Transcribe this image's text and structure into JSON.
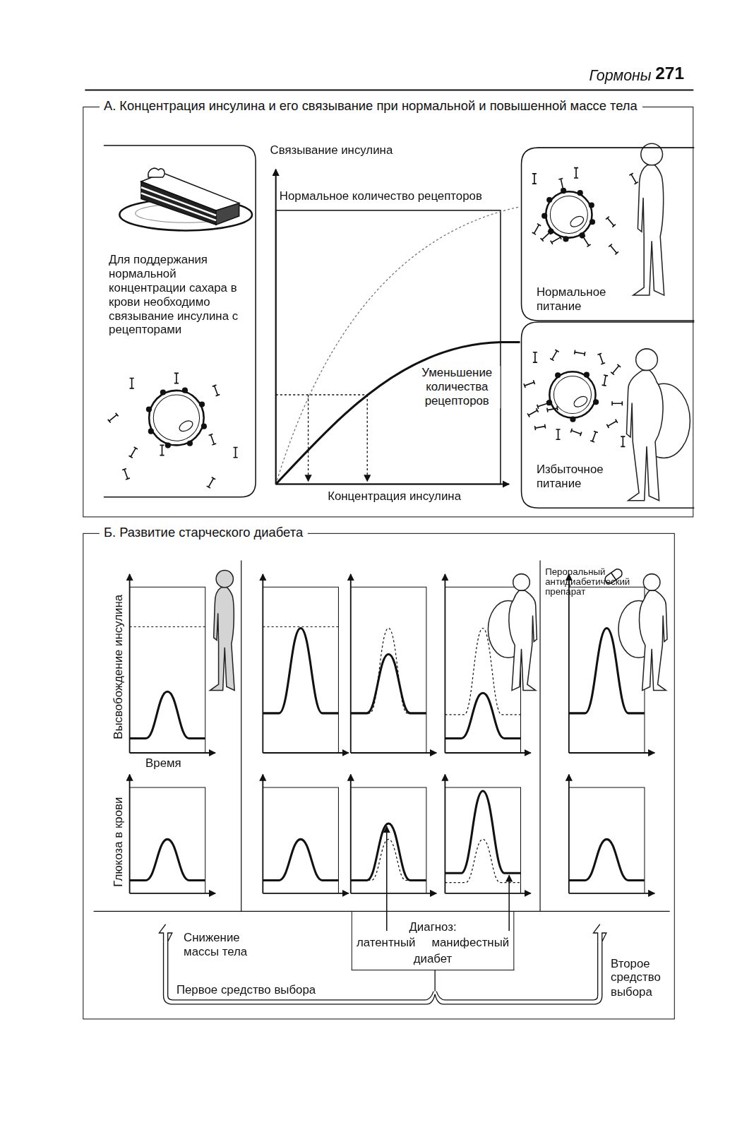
{
  "diagram": {
    "nodes": [
      {
        "text": [
          "А. Концентрация инсулина и его связывание при нормальной и повышенной массе тела"
        ]
      },
      {
        "text": [
          "Для поддержания нормальной концентрации сахара в крови необходимо связывание инсулина с рецепторами"
        ],
        "in": 0
      },
      {
        "text": [
          "Нормальное питание"
        ],
        "in": 0
      },
      {
        "text": [
          "Избыточное питание"
        ],
        "in": 0
      },
      {
        "text": [
          "Б. Развитие старческого диабета"
        ]
      },
      {
        "text": [
          "Диагноз:",
          "латентный",
          "манифестный",
          "диабет"
        ],
        "in": 4
      }
    ],
    "labels": [
      "Гормоны",
      "271",
      "Связывание инсулина",
      "Нормальное количество рецепторов",
      "Уменьшение количества рецепторов",
      "Концентрация инсулина",
      "Высвобождение инсулина",
      "Время",
      "Глюкоза в крови",
      "Пероральный антидиабетический препарат",
      "Снижение массы тела",
      "Первое средство выбора",
      "Второе средство выбора"
    ]
  }
}
